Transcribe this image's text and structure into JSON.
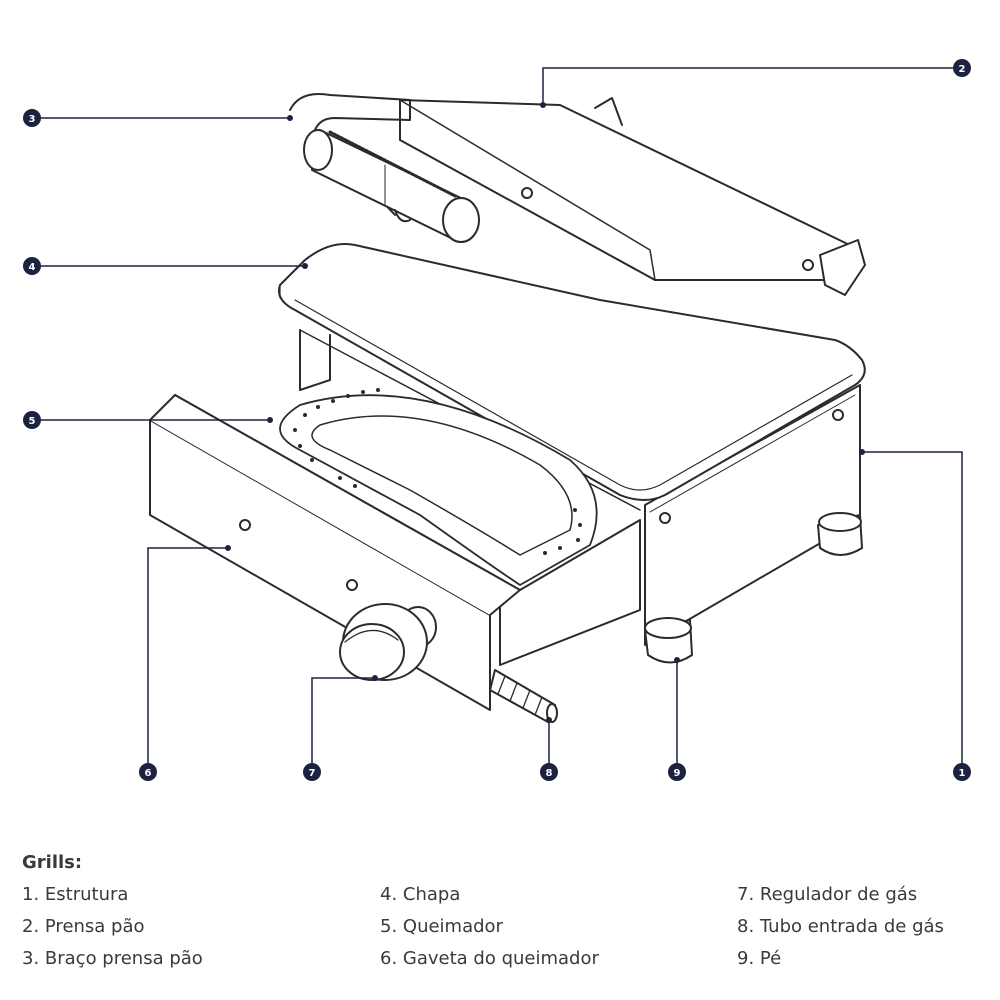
{
  "callouts": [
    "1",
    "2",
    "3",
    "4",
    "5",
    "6",
    "7",
    "8",
    "9"
  ],
  "legend": {
    "title": "Grills:",
    "items": [
      "1. Estrutura",
      "2. Prensa pão",
      "3. Braço prensa pão",
      "4. Chapa",
      "5. Queimador",
      "6. Gaveta do queimador",
      "7. Regulador de gás",
      "8. Tubo entrada de gás",
      "9. Pé"
    ]
  },
  "colors": {
    "line": "#2b2b2b",
    "callout_fill": "#1c2340",
    "text": "#3a3a3a"
  }
}
